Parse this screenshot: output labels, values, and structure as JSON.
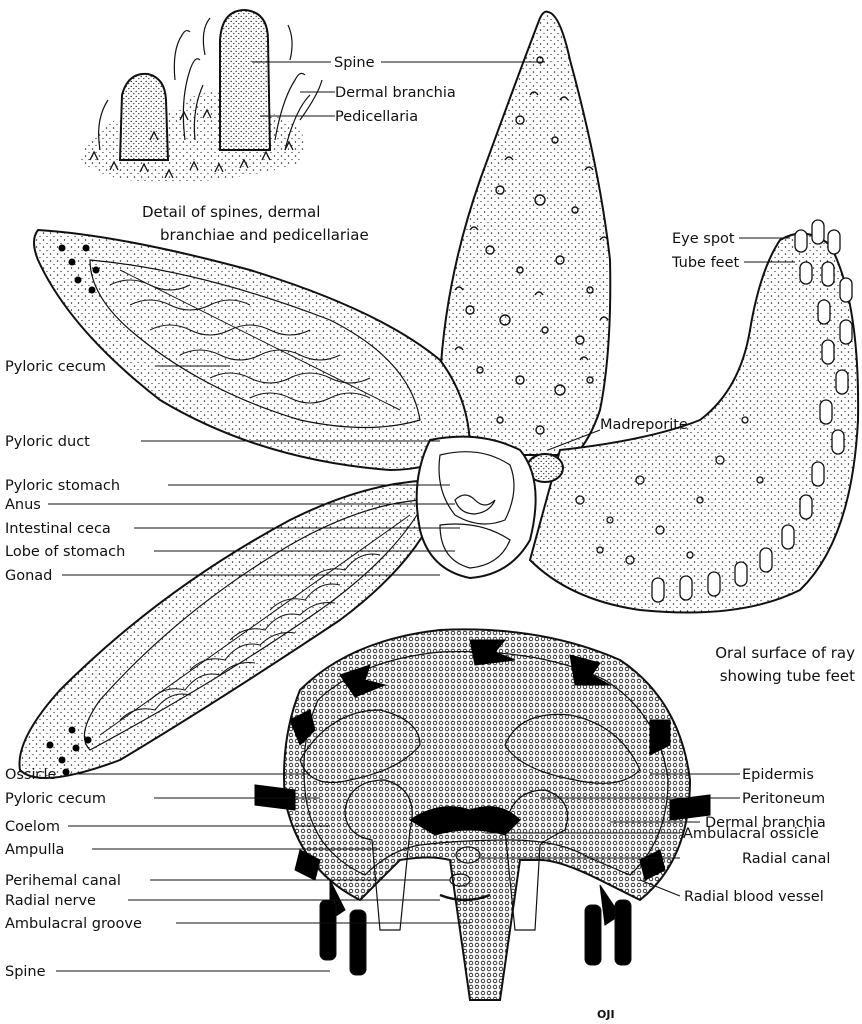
{
  "figure": {
    "detail_caption": [
      "Detail of spines, dermal",
      "branchiae and pedicellariae"
    ],
    "oral_caption": [
      "Oral surface of ray",
      "showing tube feet"
    ],
    "artist_initials": "OJI",
    "colors": {
      "ink": "#111111",
      "paper": "#ffffff",
      "black_ossicle": "#000000"
    }
  },
  "labels": {
    "spine_top": "Spine",
    "dermal_branchia_top": "Dermal branchia",
    "pedicellaria": "Pedicellaria",
    "eye_spot": "Eye spot",
    "tube_feet": "Tube feet",
    "pyloric_cecum_upper": "Pyloric cecum",
    "madreporite": "Madreporite",
    "pyloric_duct": "Pyloric duct",
    "pyloric_stomach": "Pyloric stomach",
    "anus": "Anus",
    "intestinal_ceca": "Intestinal ceca",
    "lobe_of_stomach": "Lobe of stomach",
    "gonad": "Gonad",
    "epidermis": "Epidermis",
    "ossicle": "Ossicle",
    "peritoneum": "Peritoneum",
    "pyloric_cecum_lower": "Pyloric cecum",
    "dermal_branchia_lower": "Dermal branchia",
    "coelom": "Coelom",
    "ambulacral_ossicle": "Ambulacral ossicle",
    "ampulla": "Ampulla",
    "radial_canal": "Radial canal",
    "perihemal_canal": "Perihemal canal",
    "radial_blood_vessel": "Radial blood vessel",
    "radial_nerve": "Radial nerve",
    "ambulacral_groove": "Ambulacral groove",
    "spine_bottom": "Spine"
  }
}
